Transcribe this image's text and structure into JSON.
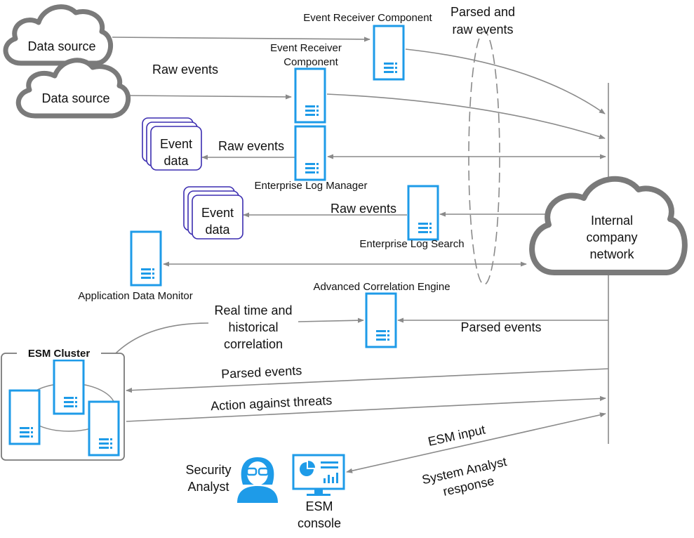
{
  "colors": {
    "server": "#1e9be8",
    "event_data": "#3b2db0",
    "line": "#8a8a8a",
    "cloud": "#7a7a7a",
    "text": "#111111"
  },
  "labels": {
    "data_source_1": "Data source",
    "data_source_2": "Data source",
    "event_receiver_1": "Event Receiver Component",
    "event_receiver_2_line1": "Event Receiver",
    "event_receiver_2_line2": "Component",
    "parsed_raw_line1": "Parsed and",
    "parsed_raw_line2": "raw events",
    "raw_events_1": "Raw events",
    "raw_events_2": "Raw events",
    "raw_events_3": "Raw events",
    "event_data_1_line1": "Event",
    "event_data_1_line2": "data",
    "event_data_2_line1": "Event",
    "event_data_2_line2": "data",
    "enterprise_log_manager": "Enterprise Log Manager",
    "enterprise_log_search": "Enterprise Log Search",
    "application_data_monitor": "Application Data Monitor",
    "internal_network_line1": "Internal",
    "internal_network_line2": "company",
    "internal_network_line3": "network",
    "advanced_correlation_engine": "Advanced Correlation Engine",
    "realtime_line1": "Real time and",
    "realtime_line2": "historical",
    "realtime_line3": "correlation",
    "parsed_events_1": "Parsed events",
    "parsed_events_2": "Parsed events",
    "esm_cluster": "ESM Cluster",
    "action_against_threats": "Action against threats",
    "esm_input": "ESM input",
    "system_analyst_line1": "System Analyst",
    "system_analyst_line2": "response",
    "security_analyst_line1": "Security",
    "security_analyst_line2": "Analyst",
    "esm_console_line1": "ESM",
    "esm_console_line2": "console"
  },
  "icons": {
    "server": "server-icon",
    "cloud": "cloud-icon",
    "event_data": "event-data-stack-icon",
    "analyst": "security-analyst-icon",
    "console": "esm-console-monitor-icon"
  }
}
